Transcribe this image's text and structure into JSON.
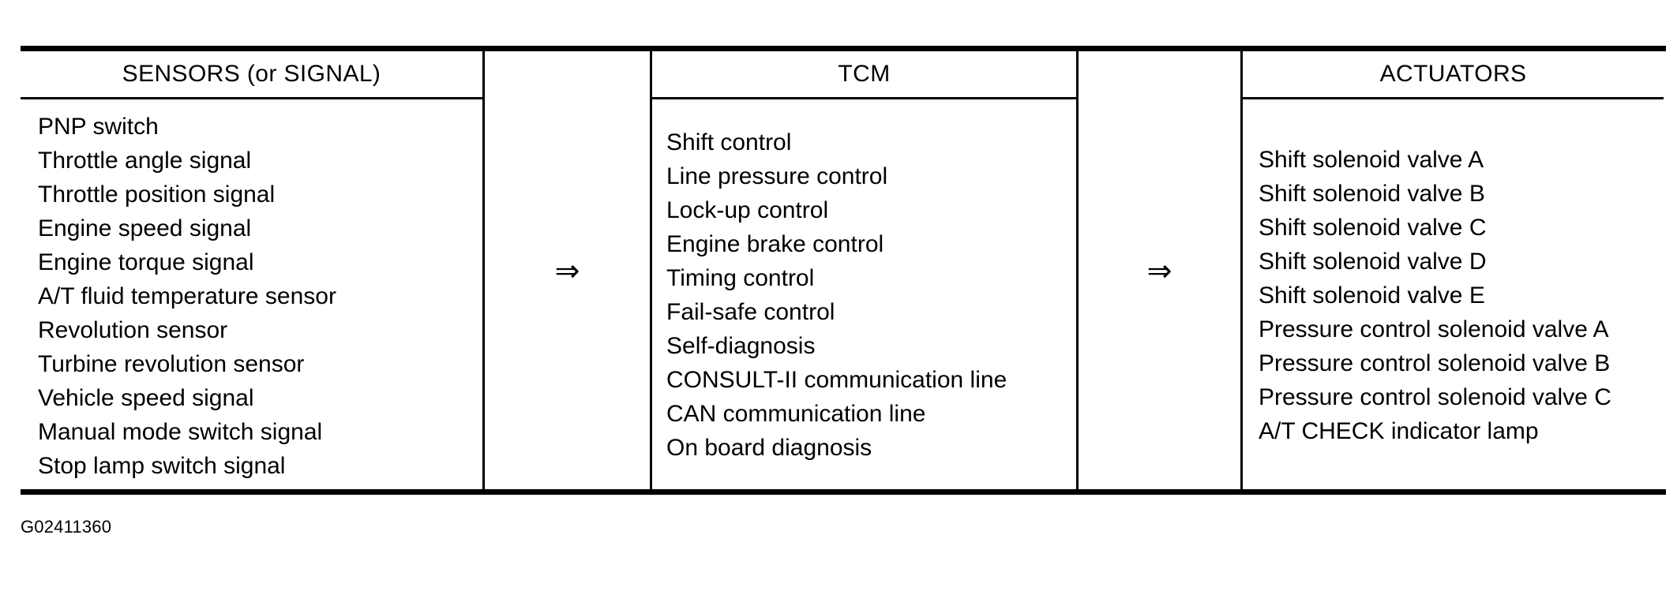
{
  "figure": {
    "id_label": "G02411360",
    "arrow_glyph": "⇒",
    "arrow_name": "rightwards-double-arrow"
  },
  "table": {
    "columns": [
      {
        "key": "sensors",
        "header": "SENSORS (or SIGNAL)",
        "items": [
          "PNP switch",
          "Throttle angle signal",
          "Throttle position signal",
          "Engine speed signal",
          "Engine torque signal",
          "A/T fluid temperature sensor",
          "Revolution sensor",
          "Turbine revolution sensor",
          "Vehicle speed signal",
          "Manual mode switch signal",
          "Stop lamp switch signal"
        ]
      },
      {
        "key": "tcm",
        "header": "TCM",
        "items": [
          "Shift control",
          "Line pressure control",
          "Lock-up control",
          "Engine brake control",
          "Timing control",
          "Fail-safe control",
          "Self-diagnosis",
          "CONSULT-II communication line",
          "CAN communication line",
          "On board diagnosis"
        ]
      },
      {
        "key": "actuators",
        "header": "ACTUATORS",
        "items": [
          "Shift solenoid valve A",
          "Shift solenoid valve B",
          "Shift solenoid valve C",
          "Shift solenoid valve D",
          "Shift solenoid valve E",
          "Pressure control solenoid valve A",
          "Pressure control solenoid valve B",
          "Pressure control solenoid valve C",
          "A/T CHECK indicator lamp"
        ]
      }
    ]
  },
  "colors": {
    "line": "#000000",
    "background": "#ffffff",
    "text": "#000000"
  }
}
